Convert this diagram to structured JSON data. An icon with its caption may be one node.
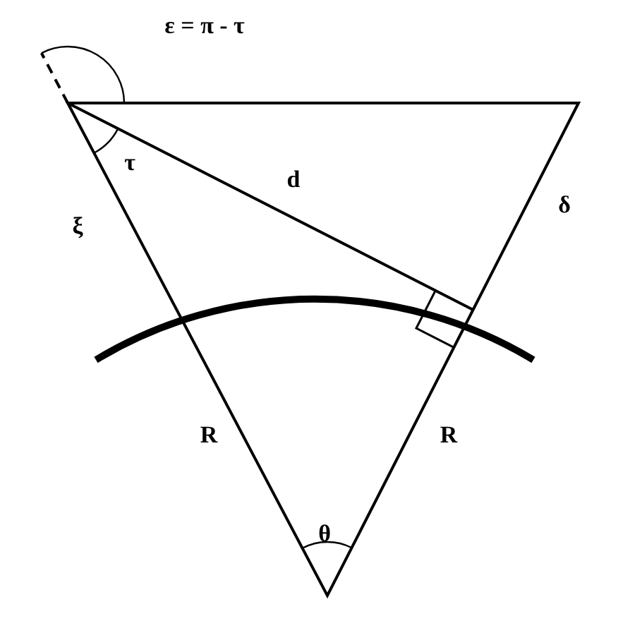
{
  "diagram": {
    "labels": [
      "ε = π - τ",
      "τ",
      "d",
      "δ",
      "ξ",
      "R",
      "R",
      "θ"
    ]
  }
}
